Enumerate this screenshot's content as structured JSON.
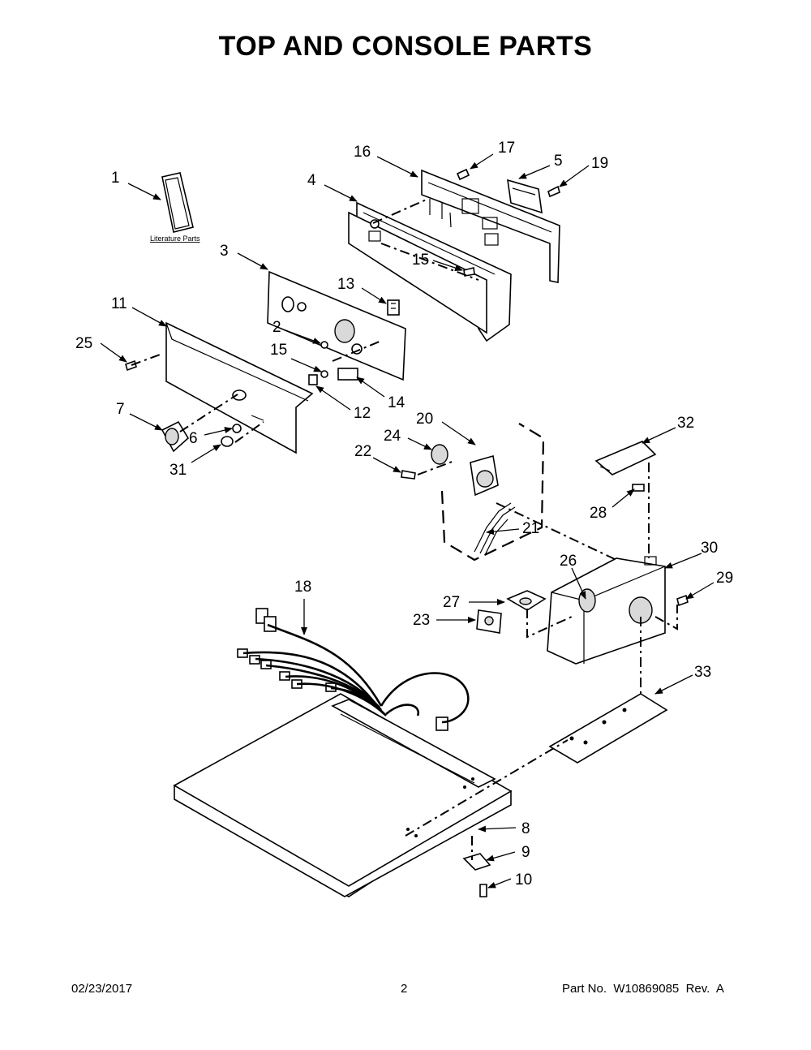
{
  "title": "TOP AND CONSOLE PARTS",
  "literature_label": "Literature Parts",
  "callouts": [
    "1",
    "2",
    "3",
    "4",
    "5",
    "6",
    "7",
    "8",
    "9",
    "10",
    "11",
    "12",
    "13",
    "14",
    "15",
    "15",
    "16",
    "17",
    "18",
    "19",
    "20",
    "21",
    "22",
    "23",
    "24",
    "25",
    "26",
    "27",
    "28",
    "29",
    "30",
    "31",
    "32",
    "33"
  ],
  "footer": {
    "date": "02/23/2017",
    "page": "2",
    "part_no": "Part No.  W10869085  Rev.  A"
  }
}
